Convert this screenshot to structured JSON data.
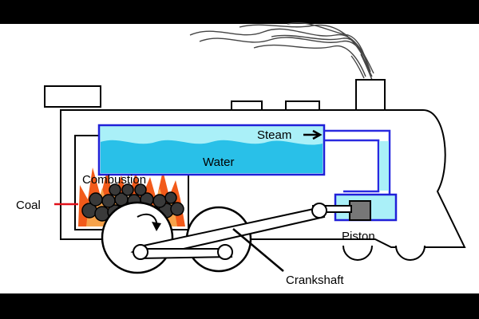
{
  "labels": {
    "steam": "Steam",
    "water": "Water",
    "combustion": "Combustion",
    "coal": "Coal",
    "piston": "Piston",
    "crankshaft": "Crankshaft"
  },
  "colors": {
    "background_frame": "#000000",
    "panel": "#ffffff",
    "outline": "#000000",
    "steam_fill": "#aaf0f8",
    "water_fill": "#29c0e8",
    "boiler_stroke": "#2020d8",
    "pipe_stroke": "#2a2ae0",
    "flame_orange": "#f25a1a",
    "flame_yellow": "#f6a24a",
    "coal_fill": "#3a3a3a",
    "piston_fill": "#777777",
    "pointer_red": "#e0101a"
  }
}
